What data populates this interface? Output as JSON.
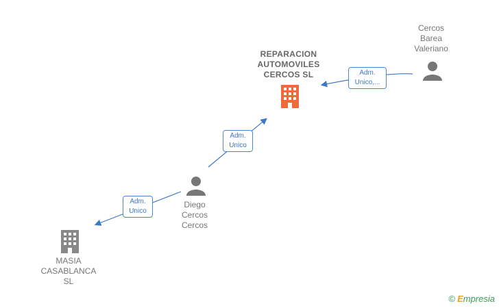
{
  "nodes": {
    "main_company": {
      "label": "REPARACION\nAUTOMOVILES\nCERCOS  SL",
      "icon": "building-icon",
      "color": "#f06a3a"
    },
    "person_barea": {
      "label": "Cercos\nBarea\nValeriano",
      "icon": "person-icon",
      "color": "#777777"
    },
    "person_diego": {
      "label": "Diego\nCercos\nCercos",
      "icon": "person-icon",
      "color": "#777777"
    },
    "company_masia": {
      "label": "MASIA\nCASABLANCA\nSL",
      "icon": "building-icon",
      "color": "#888888"
    }
  },
  "edges": {
    "barea_to_main": "Adm.\nUnico,...",
    "diego_to_main": "Adm.\nUnico",
    "diego_to_masia": "Adm.\nUnico"
  },
  "edge_color": "#3c78c8",
  "brand": {
    "copyright": "©",
    "name_first": "E",
    "name_rest": "mpresia"
  }
}
